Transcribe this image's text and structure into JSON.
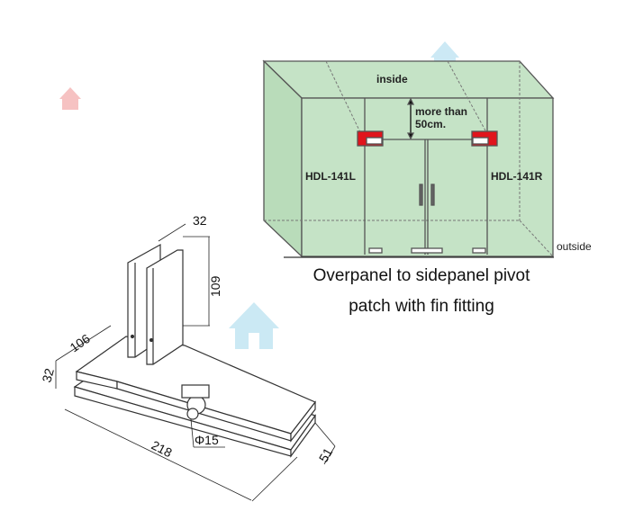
{
  "room_diagram": {
    "inside_label": "inside",
    "clearance_label_line1": "more than",
    "clearance_label_line2": "50cm.",
    "left_fitting_label": "HDL-141L",
    "right_fitting_label": "HDL-141R",
    "outside_label": "outside",
    "caption_line1": "Overpanel to sidepanel pivot",
    "caption_line2": "patch with fin fitting",
    "glass_color": "#c5e3c6",
    "fitting_color": "#e0141c"
  },
  "fitting_drawing": {
    "dim_top_thickness": "32",
    "dim_fin_height": "109",
    "dim_short_arm": "106",
    "dim_plate_thickness": "32",
    "dim_long_arm": "218",
    "dim_pivot_diameter": "Φ15",
    "dim_plate_width": "51"
  },
  "watermark": {
    "icon": "house-icon"
  }
}
